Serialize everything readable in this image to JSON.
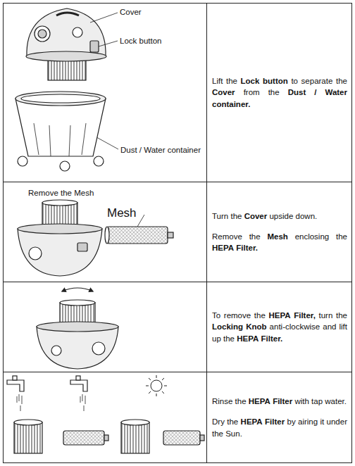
{
  "diagram": {
    "nodes": [
      {
        "text": [
          "Lift the Lock button to separate the Cover from the Dust / Water container."
        ]
      },
      {
        "text": [
          "Turn the Cover upside down.",
          "Remove the Mesh enclosing the HEPA Filter."
        ]
      },
      {
        "text": [
          "To remove the HEPA Filter, turn the Locking Knob anti-clockwise and lift up the HEPA Filter."
        ]
      },
      {
        "text": [
          "Rinse the HEPA Filter with tap water.",
          "Dry the HEPA Filter by airing it under the Sun."
        ]
      }
    ],
    "labels": [
      "Cover",
      "Lock button",
      "Dust / Water container",
      "Remove the Mesh",
      "Mesh"
    ]
  }
}
